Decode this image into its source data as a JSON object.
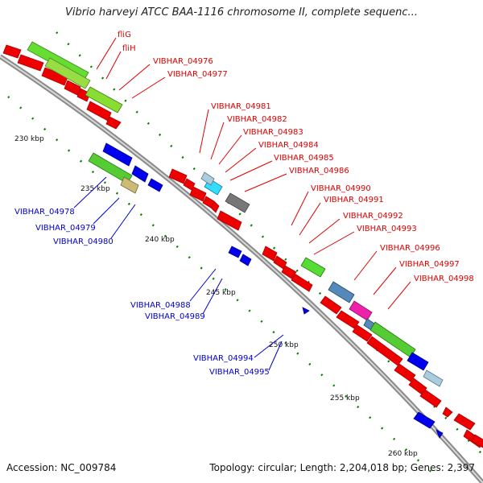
{
  "header": {
    "title": "Vibrio harveyi ATCC BAA-1116 chromosome II, complete sequenc..."
  },
  "footer": {
    "accession": "Accession: NC_009784",
    "summary": "Topology: circular; Length: 2,204,018 bp; Genes: 2,397"
  },
  "colors": {
    "forward_label": "#dd0000",
    "reverse_label": "#0000cc",
    "backbone": "#888888",
    "ticks": "#008000"
  },
  "scale": {
    "ticks": [
      "230 kbp",
      "235 kbp",
      "240 kbp",
      "245 kbp",
      "250 kbp",
      "255 kbp",
      "260 kbp"
    ]
  },
  "labels": {
    "forward": [
      "fliG",
      "fliH",
      "VIBHAR_04976",
      "VIBHAR_04977",
      "VIBHAR_04981",
      "VIBHAR_04982",
      "VIBHAR_04983",
      "VIBHAR_04984",
      "VIBHAR_04985",
      "VIBHAR_04986",
      "VIBHAR_04990",
      "VIBHAR_04991",
      "VIBHAR_04992",
      "VIBHAR_04993",
      "VIBHAR_04996",
      "VIBHAR_04997",
      "VIBHAR_04998"
    ],
    "reverse": [
      "VIBHAR_04978",
      "VIBHAR_04979",
      "VIBHAR_04980",
      "VIBHAR_04988",
      "VIBHAR_04989",
      "VIBHAR_04994",
      "VIBHAR_04995"
    ]
  }
}
